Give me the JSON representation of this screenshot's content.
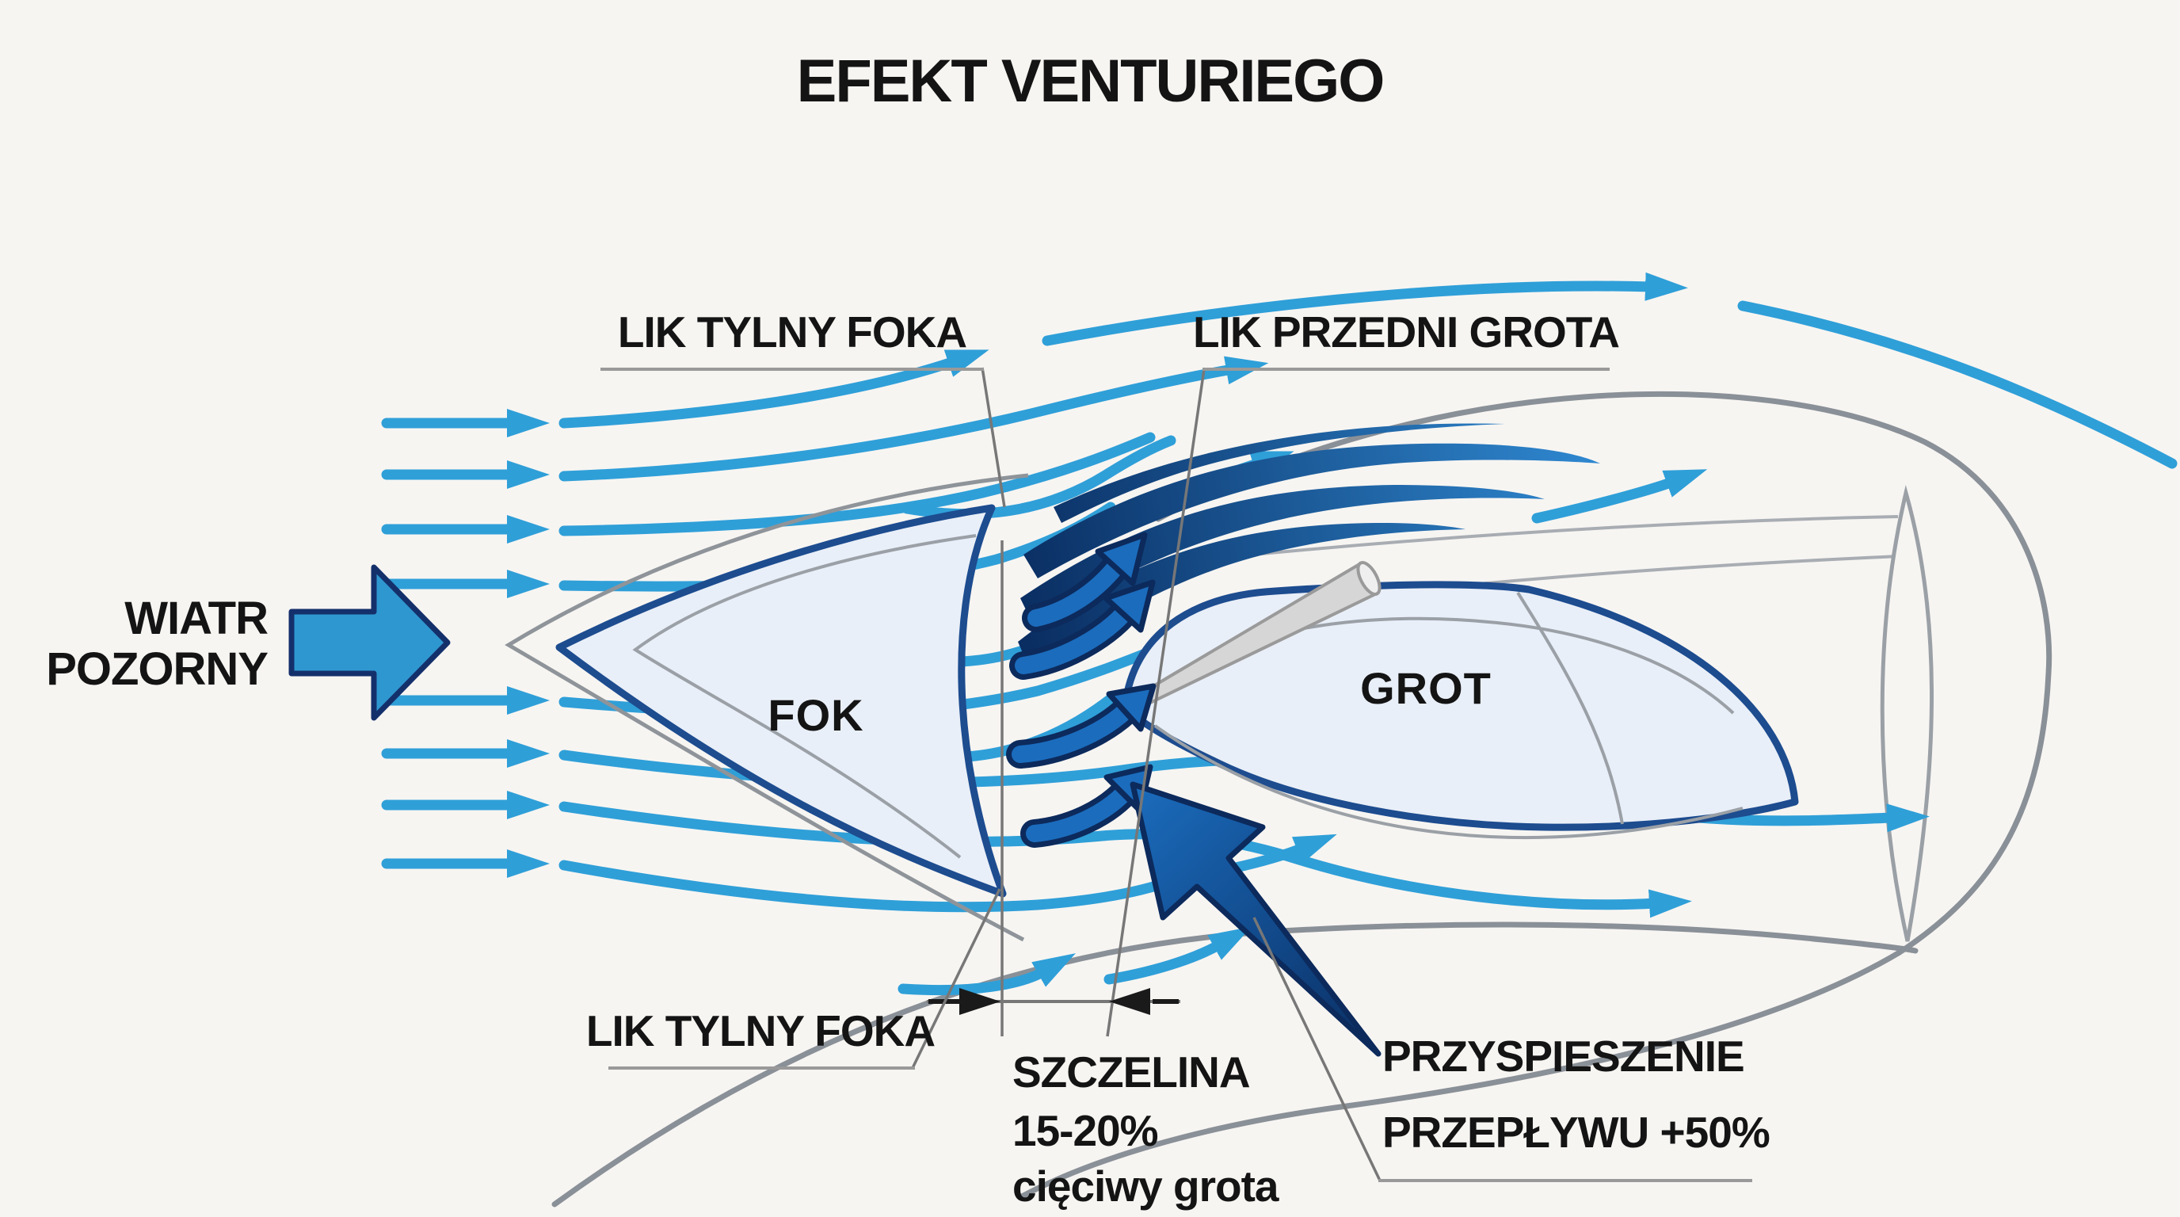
{
  "title": "EFEKT VENTURIEGO",
  "labels": {
    "lik_tylny_foka_top": "LIK TYLNY FOKA",
    "lik_przedni_grota": "LIK PRZEDNI GROTA",
    "wiatr_line1": "WIATR",
    "wiatr_line2": "POZORNY",
    "fok": "FOK",
    "grot": "GROT",
    "lik_tylny_foka_bottom": "LIK TYLNY FOKA",
    "szczelina_line1": "SZCZELINA",
    "szczelina_line2": "15-20%",
    "szczelina_line3": "cięciwy grota",
    "przyspieszenie_line1": "PRZYSPIESZENIE",
    "przyspieszenie_line2": "PRZEPŁYWU +50%"
  },
  "colors": {
    "background": "#f7f5f2",
    "streamline_blue": "#2f9fd8",
    "wind_arrow_fill": "#2f97d0",
    "dark_navy_outline": "#0c2a5c",
    "slot_arrow_fill": "#1b6cbd",
    "acceleration_dark": "#0a2e62",
    "sail_fill": "#e9eff8",
    "sail_outline": "#1d4c8f",
    "hull_gray": "#8a9097",
    "text_color": "#141414"
  },
  "icons": {
    "wind_arrow": "large-right-arrow",
    "flow_arrows": "right-flow-arrowheads",
    "slot_arrows": "curved-up-right-arrows",
    "acceleration_arrow": "large-up-left-arrow",
    "dimension_marker": "inward-dimension-arrows"
  }
}
